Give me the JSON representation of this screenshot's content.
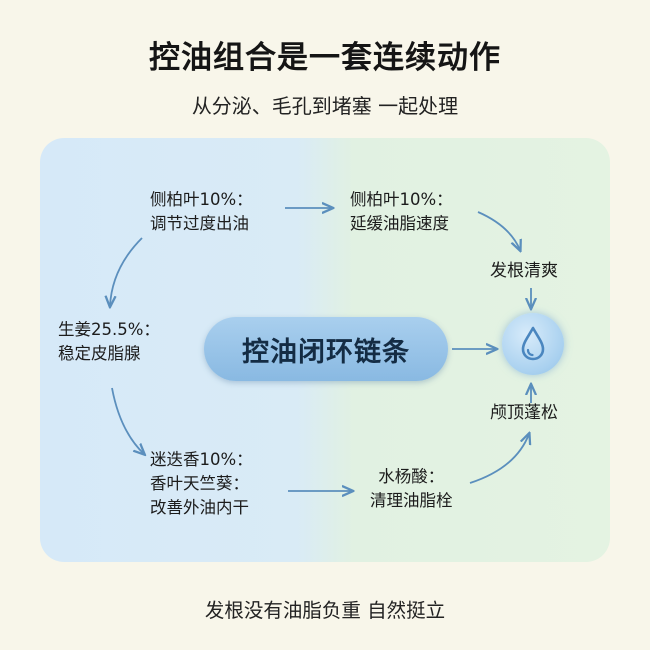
{
  "title": "控油组合是一套连续动作",
  "subtitle": "从分泌、毛孔到堵塞 一起处理",
  "nodes": {
    "tl_line1": "侧柏叶10%：",
    "tl_line2": "调节过度出油",
    "tr_line1": "侧柏叶10%：",
    "tr_line2": "延缓油脂速度",
    "ml_line1": "生姜25.5%：",
    "ml_line2": "稳定皮脂腺",
    "bl_line1": "迷迭香10%：",
    "bl_line2": "香叶天竺葵：",
    "bl_line3": "改善外油内干",
    "br_line1": "水杨酸：",
    "br_line2": "清理油脂栓",
    "right_top": "发根清爽",
    "right_bottom": "颅顶蓬松"
  },
  "center": "控油闭环链条",
  "footer": "发根没有油脂负重 自然挺立",
  "colors": {
    "arrow": "#5b8fbd",
    "panel_left": "#d6e9f8",
    "panel_right": "#e3f2e2",
    "pill": "#9ac4e8",
    "drop": "#4a86bf"
  },
  "icons": {
    "center_right": "water-drop-icon"
  }
}
